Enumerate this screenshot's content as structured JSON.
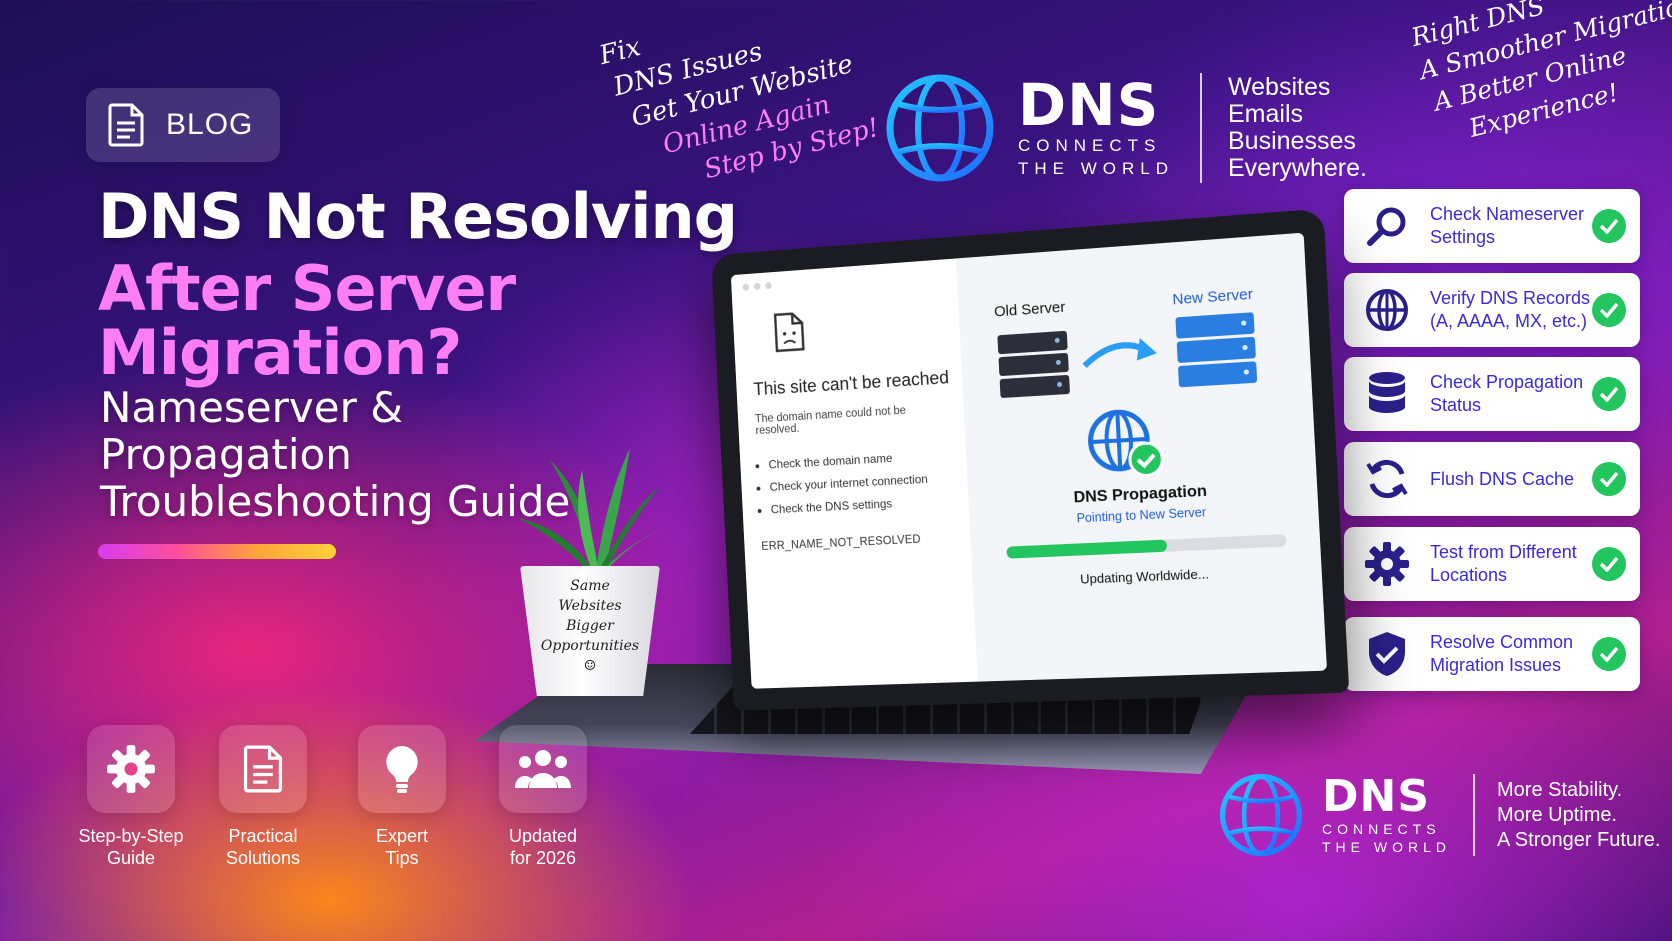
{
  "blog": {
    "label": "BLOG",
    "icon": "document-icon"
  },
  "title": {
    "line1": "DNS Not Resolving",
    "line2": "After Server",
    "line3": "Migration?",
    "sub1": "Nameserver &",
    "sub2": "Propagation",
    "sub3": "Troubleshooting Guide"
  },
  "handwritten_left": [
    "Fix",
    "DNS Issues",
    "Get Your Website",
    "Online Again",
    "Step by Step!"
  ],
  "handwritten_right": [
    "Right DNS",
    "A Smoother Migration",
    "A Better Online",
    "Experience!"
  ],
  "logo_top": {
    "name": "DNS",
    "tagline1": "CONNECTS",
    "tagline2": "THE WORLD",
    "lines": [
      "Websites",
      "Emails",
      "Businesses",
      "Everywhere."
    ]
  },
  "checklist": [
    {
      "label": "Check Nameserver Settings",
      "icon": "magnifier-icon"
    },
    {
      "label": "Verify DNS Records (A, AAAA, MX, etc.)",
      "icon": "globe-icon"
    },
    {
      "label": "Check Propagation Status",
      "icon": "database-icon"
    },
    {
      "label": "Flush DNS Cache",
      "icon": "refresh-icon"
    },
    {
      "label": "Test from Different Locations",
      "icon": "gear-icon"
    },
    {
      "label": "Resolve Common Migration Issues",
      "icon": "shield-check-icon"
    }
  ],
  "screen": {
    "error_title": "This site can't be reached",
    "error_desc": "The domain name could not be resolved.",
    "tips": [
      "Check the domain name",
      "Check your internet connection",
      "Check the DNS settings"
    ],
    "error_code": "ERR_NAME_NOT_RESOLVED",
    "old_server": "Old Server",
    "new_server": "New Server",
    "propagation_title": "DNS Propagation",
    "propagation_sub": "Pointing to New Server",
    "progress_fraction": 0.58,
    "progress_label": "Updating Worldwide..."
  },
  "pot_text": [
    "Same",
    "Websites",
    "Bigger",
    "Opportunities"
  ],
  "features": [
    {
      "line1": "Step-by-Step",
      "line2": "Guide",
      "icon": "gear-icon"
    },
    {
      "line1": "Practical",
      "line2": "Solutions",
      "icon": "document-icon"
    },
    {
      "line1": "Expert",
      "line2": "Tips",
      "icon": "lightbulb-icon"
    },
    {
      "line1": "Updated",
      "line2": "for 2026",
      "icon": "users-icon"
    }
  ],
  "logo_bottom": {
    "name": "DNS",
    "tagline1": "CONNECTS",
    "tagline2": "THE WORLD",
    "lines": [
      "More Stability.",
      "More Uptime.",
      "A Stronger Future."
    ]
  },
  "colors": {
    "accent_pink": "#ff7ef3",
    "check_green": "#22c55e",
    "link_blue": "#3a2bd6"
  }
}
